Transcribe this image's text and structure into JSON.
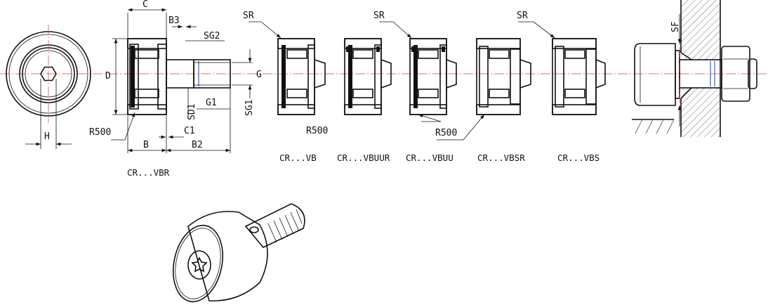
{
  "labels": {
    "C": "C",
    "B3": "B3",
    "SG2": "SG2",
    "D": "D",
    "G": "G",
    "SD1": "SD1",
    "G1": "G1",
    "SG1": "SG1",
    "C1": "C1",
    "B": "B",
    "B2": "B2",
    "H": "H",
    "R500_a": "R500",
    "R500_b": "R500",
    "R500_c": "R500",
    "SR_a": "SR",
    "SR_b": "SR",
    "SR_c": "SR",
    "SF": "SF"
  },
  "captions": {
    "vbr": "CR...VBR",
    "vb": "CR...VB",
    "vbuur": "CR...VBUUR",
    "vbuu": "CR...VBUU",
    "vbsr": "CR...VBSR",
    "vbs": "CR...VBS"
  }
}
